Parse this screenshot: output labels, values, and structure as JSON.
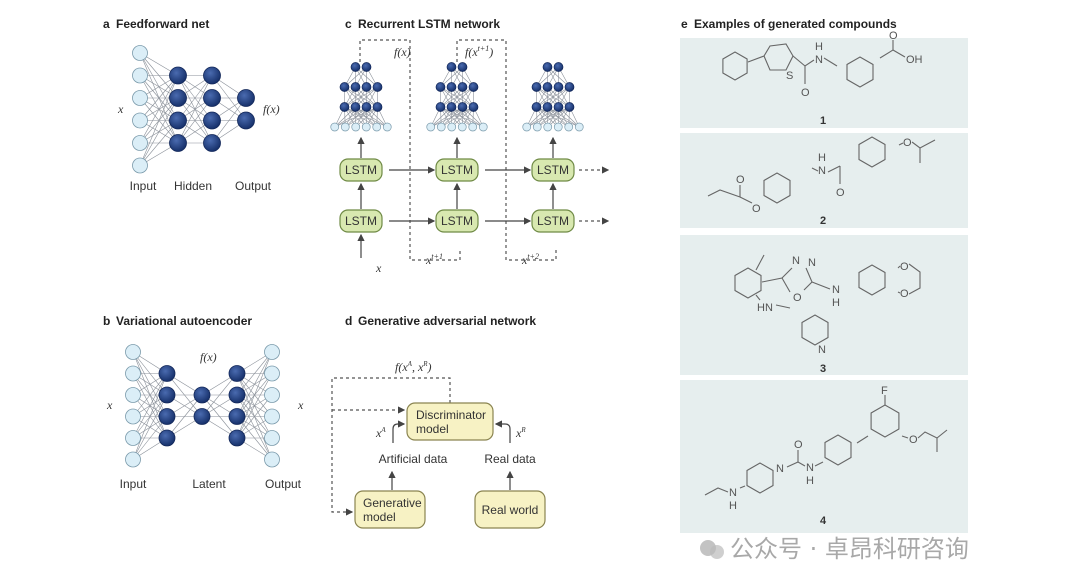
{
  "panel_a": {
    "letter": "a",
    "title": "Feedforward net",
    "input_label": "Input",
    "hidden_label": "Hidden",
    "output_label": "Output",
    "x_label": "x",
    "f_label": "f(x)"
  },
  "panel_b": {
    "letter": "b",
    "title": "Variational autoencoder",
    "input_label": "Input",
    "latent_label": "Latent",
    "output_label": "Output",
    "x_in": "x",
    "x_out": "x",
    "f_label": "f(x)"
  },
  "panel_c": {
    "letter": "c",
    "title": "Recurrent LSTM network",
    "lstm_label": "LSTM",
    "f1": "f(x)",
    "f2": "f(x",
    "f2_sup": "t+1",
    "f2_close": ")",
    "x_in": "x",
    "xt1": "x",
    "xt1_sup": "t+1",
    "xt2": "x",
    "xt2_sup": "t+2"
  },
  "panel_d": {
    "letter": "d",
    "title": "Generative adversarial network",
    "f_label": "f(x",
    "f_sup_a": "A",
    "f_mid": ", x",
    "f_sup_r": "R",
    "f_close": ")",
    "discriminator": [
      "Discriminator",
      "model"
    ],
    "generative": [
      "Generative",
      "model"
    ],
    "real_world": "Real world",
    "artificial_data": "Artificial data",
    "real_data": "Real data",
    "xa": "x",
    "xa_sup": "A",
    "xr": "x",
    "xr_sup": "R"
  },
  "panel_e": {
    "letter": "e",
    "title": "Examples of generated compounds",
    "compounds": [
      {
        "number": "1",
        "atoms": [
          "S",
          "O",
          "H",
          "N",
          "O",
          "OH"
        ]
      },
      {
        "number": "2",
        "atoms": [
          "O",
          "O",
          "H",
          "N",
          "O",
          "O"
        ]
      },
      {
        "number": "3",
        "atoms": [
          "N",
          "N",
          "O",
          "N",
          "H",
          "O",
          "O",
          "HN",
          "N"
        ]
      },
      {
        "number": "4",
        "atoms": [
          "F",
          "O",
          "O",
          "N",
          "N",
          "H",
          "N",
          "H"
        ]
      }
    ]
  },
  "watermark": "公众号 · 卓昂科研咨询",
  "colors": {
    "node_dark": "#1f3a7a",
    "node_light": "#dbeef7",
    "lstm_box": "#d8e8b0",
    "gan_box": "#f7f2c4",
    "panel_e_bg": "#e6eeee"
  }
}
